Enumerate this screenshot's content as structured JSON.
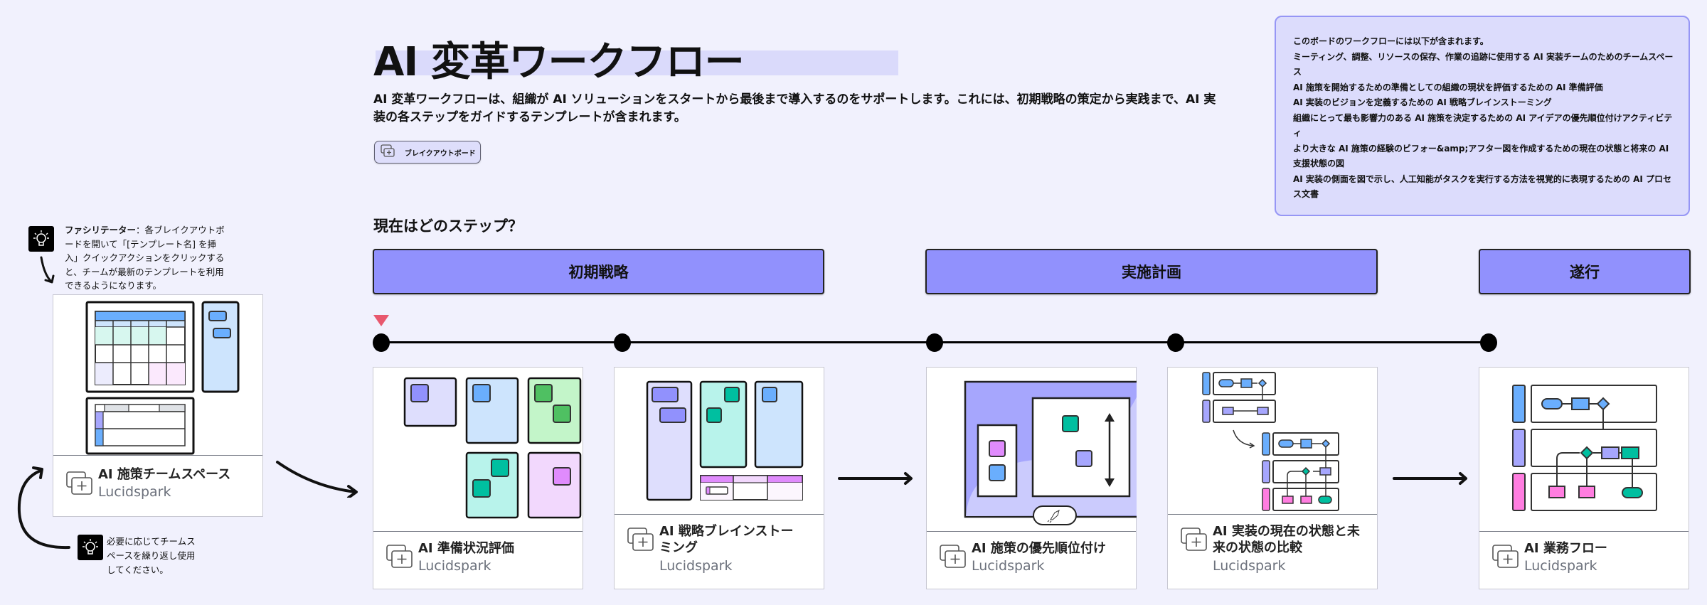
{
  "header": {
    "title": "AI 変革ワークフロー",
    "description": "AI 変革ワークフローは、組織が AI ソリューションをスタートから最後まで導入するのをサポートします。これには、初期戦略の策定から実践まで、AI 実装の各ステップをガイドするテンプレートが含まれます。",
    "breakout_button": "ブレイクアウトボード"
  },
  "info_box": {
    "lines": [
      "このボードのワークフローには以下が含まれます。",
      "ミーティング、調整、リソースの保存、作業の追跡に使用する AI 実装チームのためのチームスペース",
      "AI 施策を開始するための準備としての組織の現状を評価するための AI 準備評価",
      "AI 実装のビジョンを定義するための AI 戦略ブレインストーミング",
      "組織にとって最も影響力のある AI 施策を決定するための AI アイデアの優先順位付けアクティビティ",
      "より大きな AI 施策の経験のビフォー&amp;アフター図を作成するための現在の状態と将来の AI 支援状態の図",
      "AI 実装の側面を図で示し、人工知能がタスクを実行する方法を視覚的に表現するための AI プロセス文書"
    ]
  },
  "steps": {
    "question": "現在はどのステップ？",
    "phases": [
      "初期戦略",
      "実施計画",
      "遂行"
    ],
    "current_step_index": 0
  },
  "tips": {
    "facilitator_label": "ファシリテーター",
    "facilitator_text": "：各ブレイクアウトボードを開いて「[テンプレート名] を挿入」クイックアクションをクリックすると、チームが最新のテンプレートを利用できるようになります。",
    "reuse_text": "必要に応じてチームスペースを繰り返し使用してください。"
  },
  "cards": [
    {
      "name": "AI 施策チームスペース",
      "app": "Lucidspark"
    },
    {
      "name": "AI 準備状況評価",
      "app": "Lucidspark"
    },
    {
      "name": "AI 戦略ブレインストーミング",
      "app": "Lucidspark"
    },
    {
      "name": "AI 施策の優先順位付け",
      "app": "Lucidspark"
    },
    {
      "name": "AI 実装の現在の状態と未来の状態の比較",
      "app": "Lucidspark"
    },
    {
      "name": "AI 業務フロー",
      "app": "Lucidspark"
    }
  ],
  "colors": {
    "background": "#f1f1fd",
    "phase_fill": "#9191fd",
    "info_fill": "#dcdcfc",
    "info_border": "#9696f5",
    "marker": "#e8586e",
    "blue": "#6aaefd",
    "purple": "#a6a6fd",
    "green": "#4fc062",
    "teal": "#00bfa0",
    "pink": "#ff7de0",
    "lilac": "#e08bfd"
  }
}
